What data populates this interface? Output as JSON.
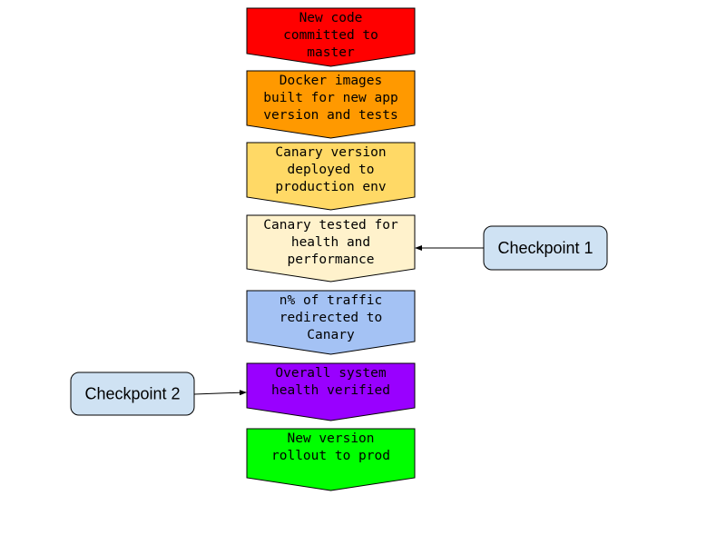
{
  "steps": [
    {
      "id": "commit",
      "lines": [
        "New code",
        "committed to",
        "master"
      ],
      "fill": "#ff0000",
      "text_color": "#000000"
    },
    {
      "id": "docker",
      "lines": [
        "Docker images",
        "built for new app",
        "version and tests"
      ],
      "fill": "#ff9900",
      "text_color": "#000000"
    },
    {
      "id": "deploy",
      "lines": [
        "Canary version",
        "deployed to",
        "production env"
      ],
      "fill": "#ffd966",
      "text_color": "#000000"
    },
    {
      "id": "tested",
      "lines": [
        "Canary tested for",
        "health and",
        "performance"
      ],
      "fill": "#fff2cc",
      "text_color": "#000000"
    },
    {
      "id": "traffic",
      "lines": [
        "n% of traffic",
        "redirected to",
        "Canary"
      ],
      "fill": "#a4c2f4",
      "text_color": "#000000"
    },
    {
      "id": "verified",
      "lines": [
        "Overall system",
        "health verified"
      ],
      "fill": "#9900ff",
      "text_color": "#000000"
    },
    {
      "id": "rollout",
      "lines": [
        "New version",
        "rollout to prod"
      ],
      "fill": "#00ff00",
      "text_color": "#000000"
    }
  ],
  "checkpoints": [
    {
      "id": "checkpoint-1",
      "label": "Checkpoint 1",
      "fill": "#cfe2f3",
      "points_to": "tested"
    },
    {
      "id": "checkpoint-2",
      "label": "Checkpoint 2",
      "fill": "#cfe2f3",
      "points_to": "verified"
    }
  ]
}
